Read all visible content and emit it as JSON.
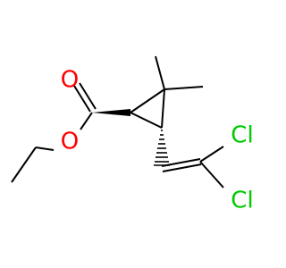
{
  "molecule": {
    "atoms": {
      "o_carbonyl": "O",
      "o_ester": "O",
      "cl_top": "Cl",
      "cl_bottom": "Cl"
    }
  },
  "colors": {
    "bond": "#000000",
    "oxygen": "#ff0000",
    "chlorine": "#00cc00",
    "background": "#ffffff"
  }
}
